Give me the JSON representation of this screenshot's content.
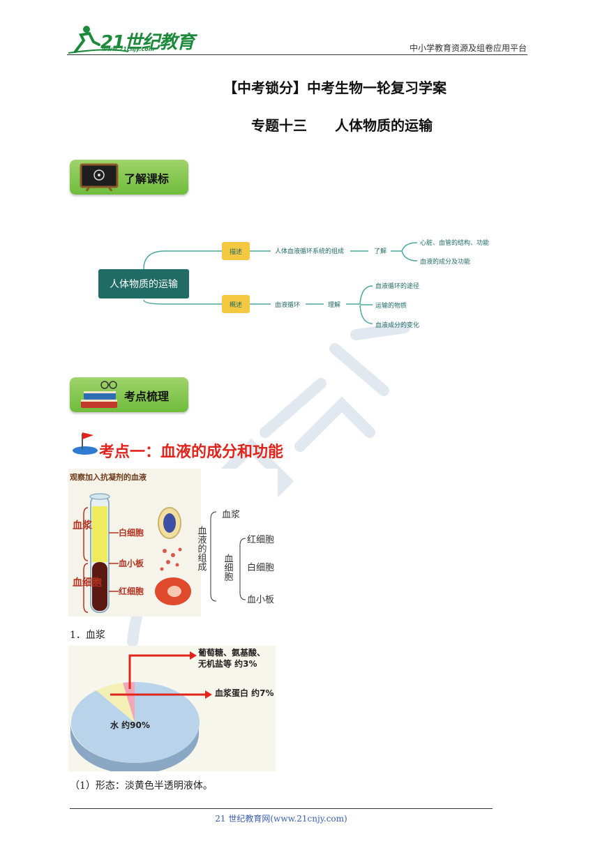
{
  "header": {
    "logo_text": "21世纪教育",
    "logo_url": "www.21cnjy.com",
    "right_text": "中小学教育资源及组卷应用平台"
  },
  "titles": {
    "main": "【中考锁分】中考生物一轮复习学案",
    "sub": "专题十三　　人体物质的运输"
  },
  "sections": {
    "understand": "了解课标",
    "points": "考点梳理"
  },
  "mindmap": {
    "root": "人体物质的运输",
    "branch_top": {
      "tag": "描述",
      "topic": "人体血液循环系统的组成",
      "verb": "了解",
      "leaves": [
        "心脏、血管的结构、功能",
        "血液的成分及功能"
      ]
    },
    "branch_bottom": {
      "tag": "概述",
      "topic": "血液循环",
      "verb": "理解",
      "leaves": [
        "血液循环的途径",
        "运输的物质",
        "血液成分的变化"
      ]
    }
  },
  "kaodian": {
    "title": "考点一：血液的成分和功能"
  },
  "blood_figure": {
    "caption": "观察加入抗凝剂的血液",
    "left_plasma": "血浆",
    "left_cells": "血细胞",
    "arrow_labels": [
      "白细胞",
      "血小板",
      "红细胞"
    ],
    "composition": "血液的组成",
    "plasma": "血浆",
    "cells": "血细胞",
    "cell_types": [
      "红细胞",
      "白细胞",
      "血小板"
    ]
  },
  "item1": "1．血浆",
  "pie": {
    "water": "水 约90%",
    "protein": "血浆蛋白 约7%",
    "others_line1": "葡萄糖、氨基酸、",
    "others_line2": "无机盐等 约3%",
    "colors": {
      "water": "#b9d3ea",
      "protein": "#f4f0b5",
      "others": "#f2a7b9",
      "arrow": "#e0241c"
    }
  },
  "item2": "（1）形态：淡黄色半透明液体。",
  "footer": "21 世纪教育网(www.21cnjy.com)"
}
